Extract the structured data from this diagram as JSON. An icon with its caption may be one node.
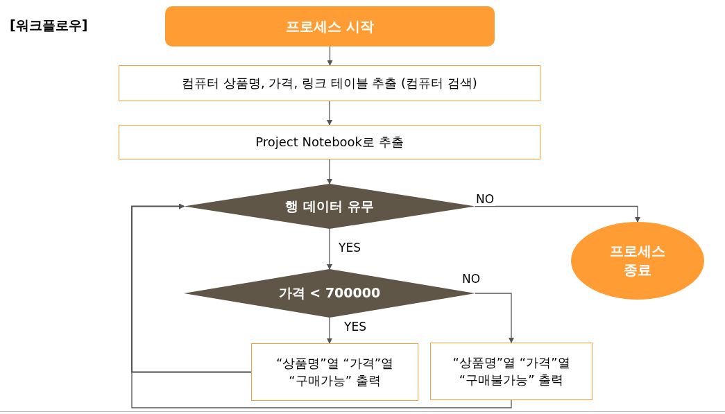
{
  "diagram": {
    "title": "[워크플로우]",
    "nodes": [
      {
        "text": [
          "프로세스 시작"
        ]
      },
      {
        "text": [
          "컴퓨터 상품명, 가격, 링크 테이블 추출 (컴퓨터 검색)"
        ]
      },
      {
        "text": [
          "Project Notebook로 추출"
        ]
      },
      {
        "text": [
          "행 데이터  유무"
        ]
      },
      {
        "text": [
          "프로세스 종료"
        ]
      },
      {
        "text": [
          "가격 < 700000"
        ]
      },
      {
        "text": [
          "“상품명”열 “가격”열 “구매가능” 출력"
        ]
      },
      {
        "text": [
          "“상품명”열 “가격”열 “구매불가능” 출력"
        ]
      }
    ],
    "edges": [
      {
        "from": 0,
        "to": 1,
        "arrow": "to"
      },
      {
        "from": 1,
        "to": 2,
        "arrow": "to"
      },
      {
        "from": 2,
        "to": 3,
        "arrow": "to"
      },
      {
        "from": 3,
        "to": 4,
        "arrow": "to",
        "label": "NO"
      },
      {
        "from": 3,
        "to": 5,
        "arrow": "to",
        "label": "YES"
      },
      {
        "from": 5,
        "to": 7,
        "arrow": "to",
        "label": "NO"
      },
      {
        "from": 5,
        "to": 6,
        "arrow": "to",
        "label": "YES"
      },
      {
        "from": 6,
        "to": 3,
        "arrow": "to"
      },
      {
        "from": 7,
        "to": 3,
        "arrow": "to"
      }
    ]
  }
}
